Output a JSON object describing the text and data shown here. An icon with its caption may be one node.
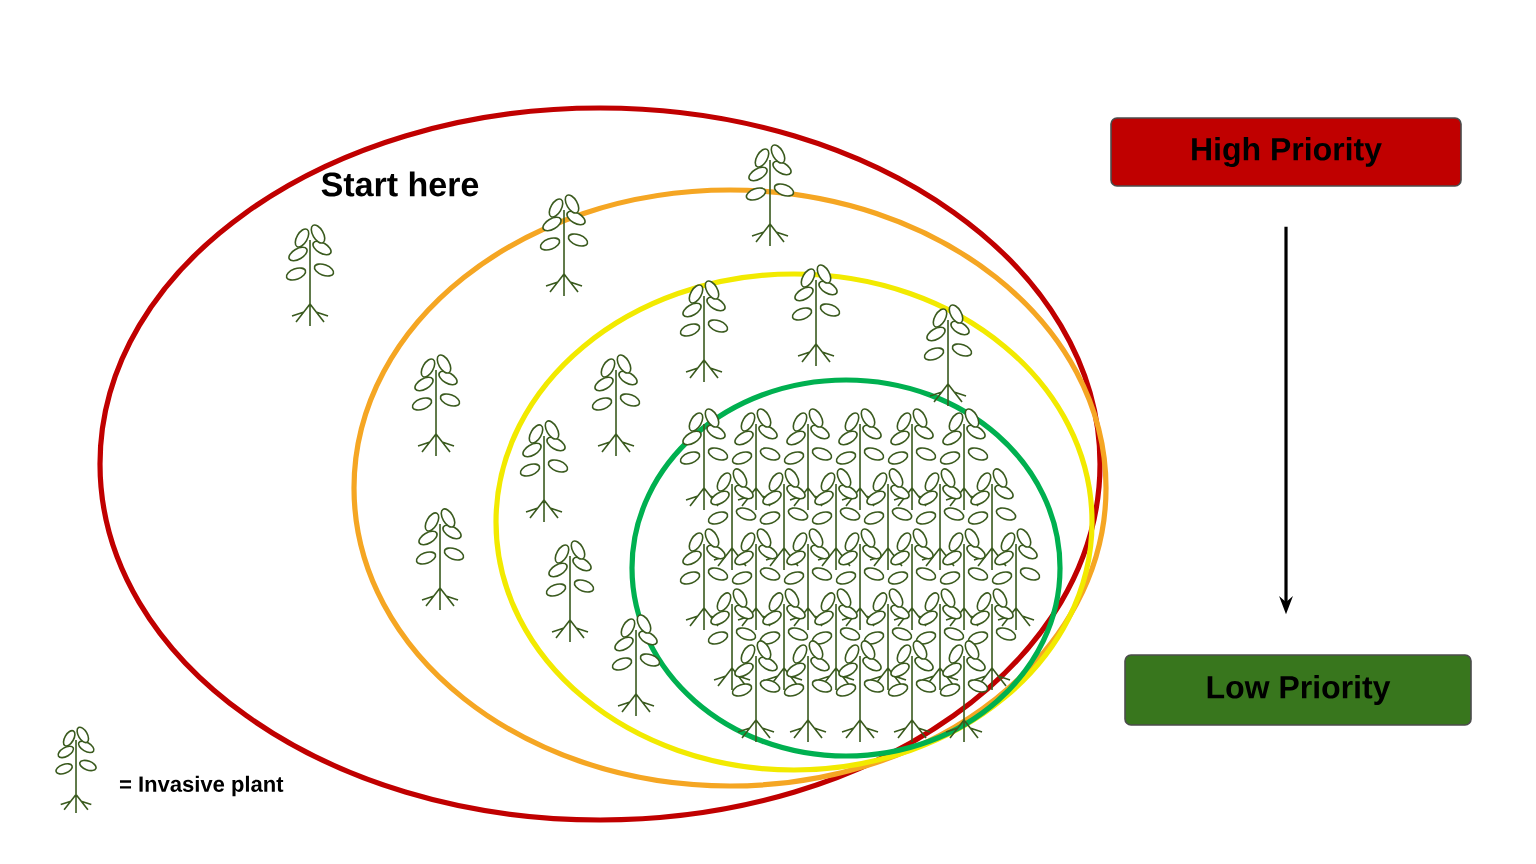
{
  "diagram": {
    "nodes": [
      {
        "text": [
          "Start here"
        ]
      },
      {
        "text": [],
        "shape": "circle",
        "in": 0
      },
      {
        "text": [],
        "shape": "circle",
        "in": 1
      },
      {
        "text": [],
        "shape": "circle",
        "in": 2
      },
      {
        "text": [
          "High Priority"
        ]
      },
      {
        "text": [
          "Low Priority"
        ]
      }
    ],
    "edges": [
      {
        "from": 4,
        "to": 5,
        "arrow": "to"
      }
    ],
    "legend": [
      {
        "text": "= Invasive plant"
      }
    ]
  }
}
